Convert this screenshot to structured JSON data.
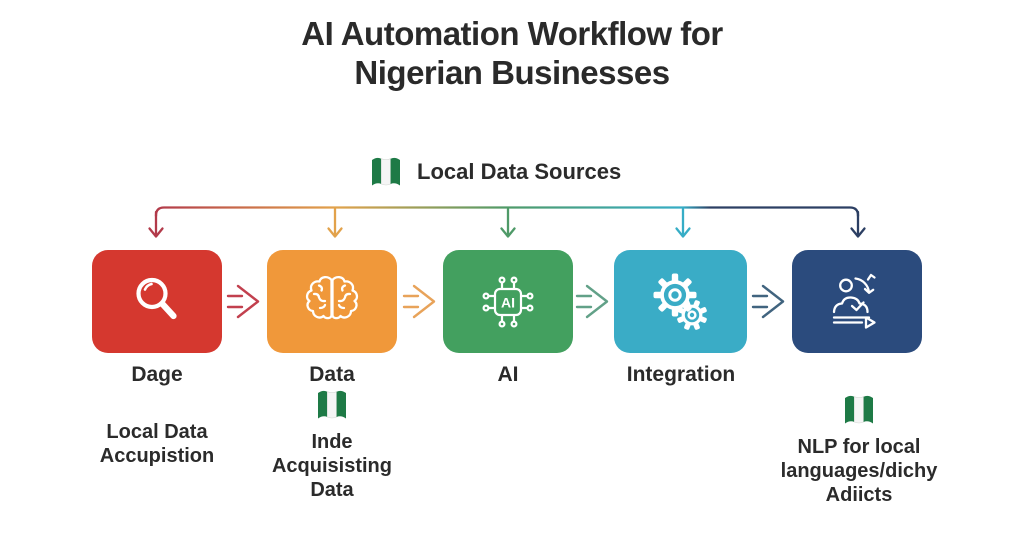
{
  "title": {
    "line1": "AI Automation Workflow for",
    "line2": "Nigerian Businesses"
  },
  "sources": {
    "label": "Local Data Sources",
    "flag_icon": "nigeria-flag-icon"
  },
  "stages": [
    {
      "label": "Dage",
      "icon": "magnifier-icon",
      "color": "#d5382f"
    },
    {
      "label": "Data",
      "icon": "brain-icon",
      "color": "#f0983a"
    },
    {
      "label": "AI",
      "icon": "ai-chip-icon",
      "color": "#43a05f"
    },
    {
      "label": "Integration",
      "icon": "gears-icon",
      "color": "#3aacc6"
    },
    {
      "label": "",
      "icon": "automation-icon",
      "color": "#2b4b7d"
    }
  ],
  "annotations": {
    "acquisition": {
      "lines": [
        "Local Data",
        "Accupistion"
      ]
    },
    "inde": {
      "flag": "nigeria-flag-icon",
      "lines": [
        "Inde",
        "Acquisisting",
        "Data"
      ]
    },
    "nlp": {
      "flag": "nigeria-flag-icon",
      "lines": [
        "NLP for local",
        "languages/dichy",
        "Adiicts"
      ]
    }
  },
  "flow_colors": {
    "red": "#b23a4a",
    "orange": "#e2a24b",
    "green": "#4f9a68",
    "teal": "#36adc6",
    "navy": "#2c3f63"
  },
  "flag_colors": {
    "green": "#1e7a46",
    "white": "#f5f5f5"
  }
}
